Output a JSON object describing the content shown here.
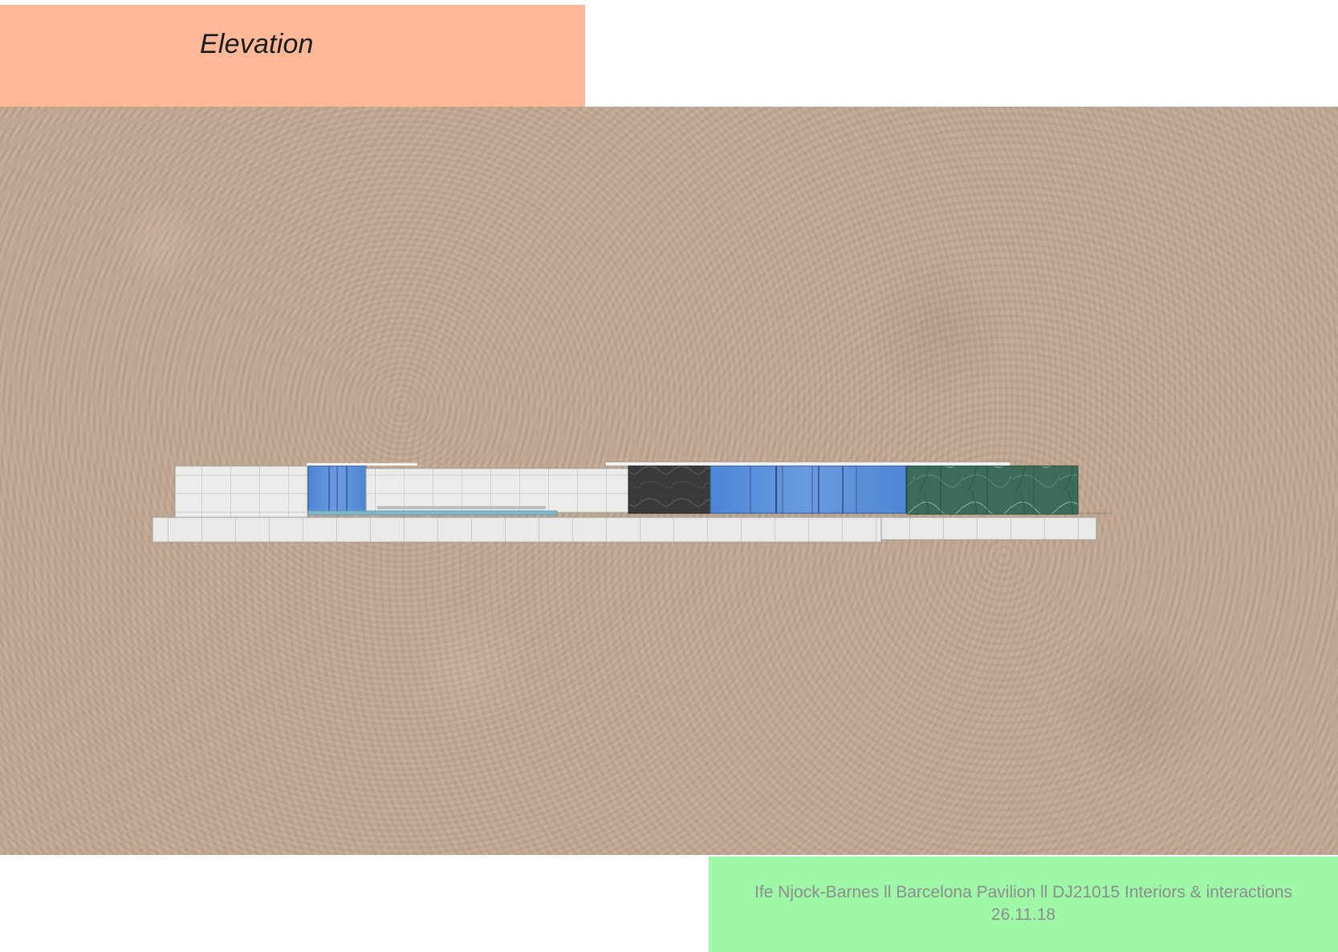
{
  "slide": {
    "title": "Elevation",
    "footer_line1": "Ife Njock-Barnes ll Barcelona Pavilion ll DJ21015 Interiors & interactions",
    "footer_line2": "26.11.18"
  },
  "colors": {
    "title_box": "#fdb897",
    "canvas": "#c3a892",
    "footer_box": "#9ef8a8",
    "travertine": "#e8e8e6",
    "glass": "#5b8fd8",
    "dark_marble": "#3a3d3c",
    "green_marble": "#3f6e5c",
    "pool_water": "#7fb7c9"
  }
}
